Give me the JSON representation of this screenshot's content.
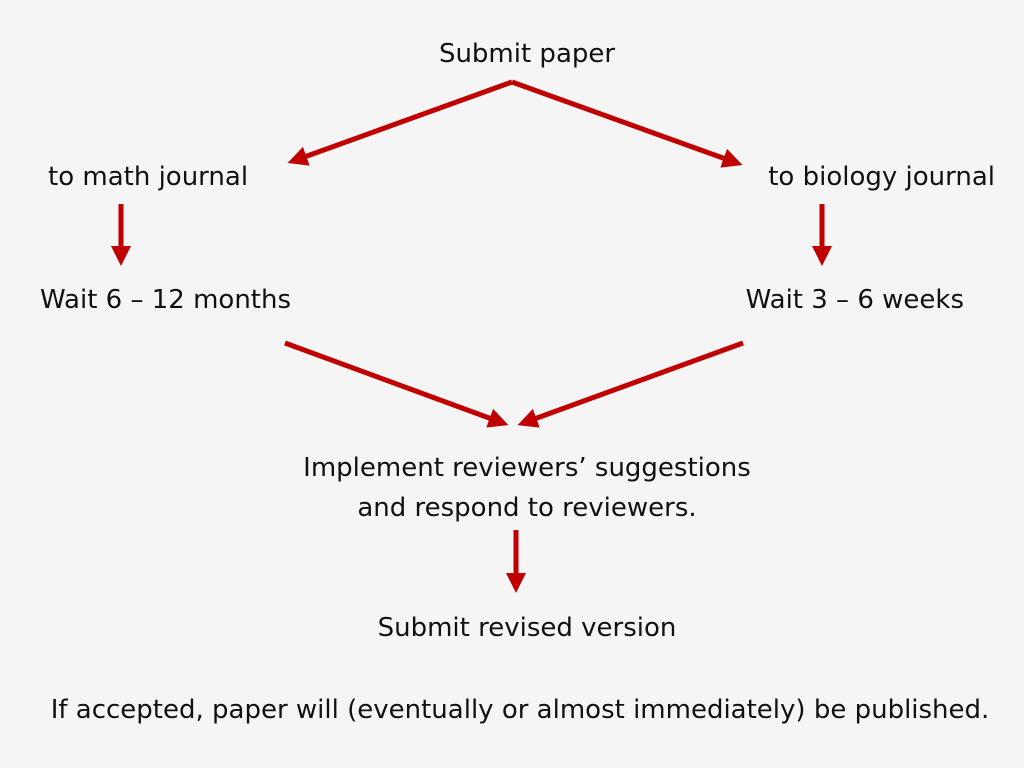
{
  "nodes": {
    "submit_paper": "Submit paper",
    "to_math": "to math journal",
    "to_biology": "to biology journal",
    "wait_math": "Wait 6 – 12 months",
    "wait_biology": "Wait 3 – 6 weeks",
    "implement_line1": "Implement reviewers’ suggestions",
    "implement_line2": "and respond to reviewers.",
    "submit_revised": "Submit revised version",
    "final_note": "If accepted, paper will (eventually or almost immediately) be published."
  },
  "colors": {
    "arrow": "#c00000",
    "background": "#f5f5f5",
    "text": "#111111"
  }
}
